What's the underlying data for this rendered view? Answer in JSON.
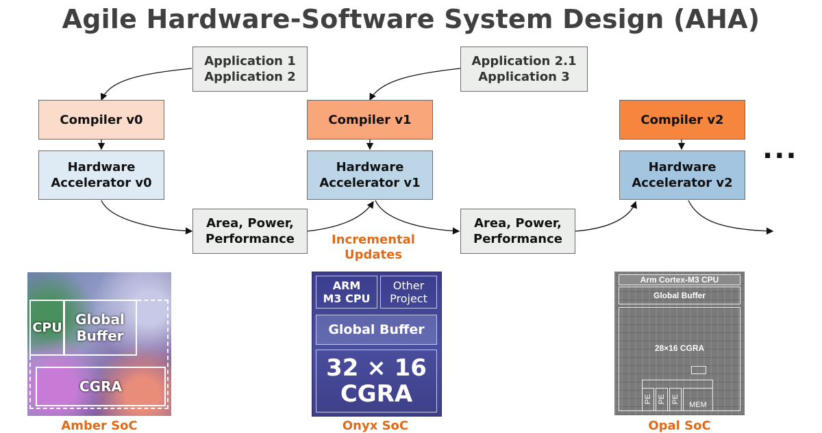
{
  "title": "Agile Hardware-Software System Design (AHA)",
  "applications": [
    {
      "line1": "Application 1",
      "line2": "Application 2"
    },
    {
      "line1": "Application 2.1",
      "line2": "Application 3"
    }
  ],
  "compilers": [
    "Compiler v0",
    "Compiler v1",
    "Compiler v2"
  ],
  "accelerators": [
    {
      "line1": "Hardware",
      "line2": "Accelerator v0"
    },
    {
      "line1": "Hardware",
      "line2": "Accelerator v1"
    },
    {
      "line1": "Hardware",
      "line2": "Accelerator v2"
    }
  ],
  "metrics": [
    {
      "line1": "Area, Power,",
      "line2": "Performance"
    },
    {
      "line1": "Area, Power,",
      "line2": "Performance"
    }
  ],
  "more": "...",
  "incremental": {
    "line1": "Incremental",
    "line2": "Updates"
  },
  "chips": {
    "amber": {
      "label": "Amber SoC",
      "cpu": "CPU",
      "gb1": "Global",
      "gb2": "Buffer",
      "cgra": "CGRA"
    },
    "onyx": {
      "label": "Onyx SoC",
      "cpu1": "ARM",
      "cpu2": "M3 CPU",
      "other1": "Other",
      "other2": "Project",
      "gb": "Global Buffer",
      "cgra1": "32 × 16",
      "cgra2": "CGRA"
    },
    "opal": {
      "label": "Opal SoC",
      "cpu": "Arm Cortex-M3 CPU",
      "gb": "Global Buffer",
      "cgra": "28×16 CGRA",
      "pe": "PE",
      "mem": "MEM"
    }
  },
  "colors": {
    "compiler_v0": "#fbdccb",
    "compiler_v1": "#f9a77a",
    "compiler_v2": "#f6853e",
    "hw_v0": "#deebf5",
    "hw_v1": "#bcd6e8",
    "hw_v2": "#a3c5df",
    "highlight": "#e06a16"
  }
}
